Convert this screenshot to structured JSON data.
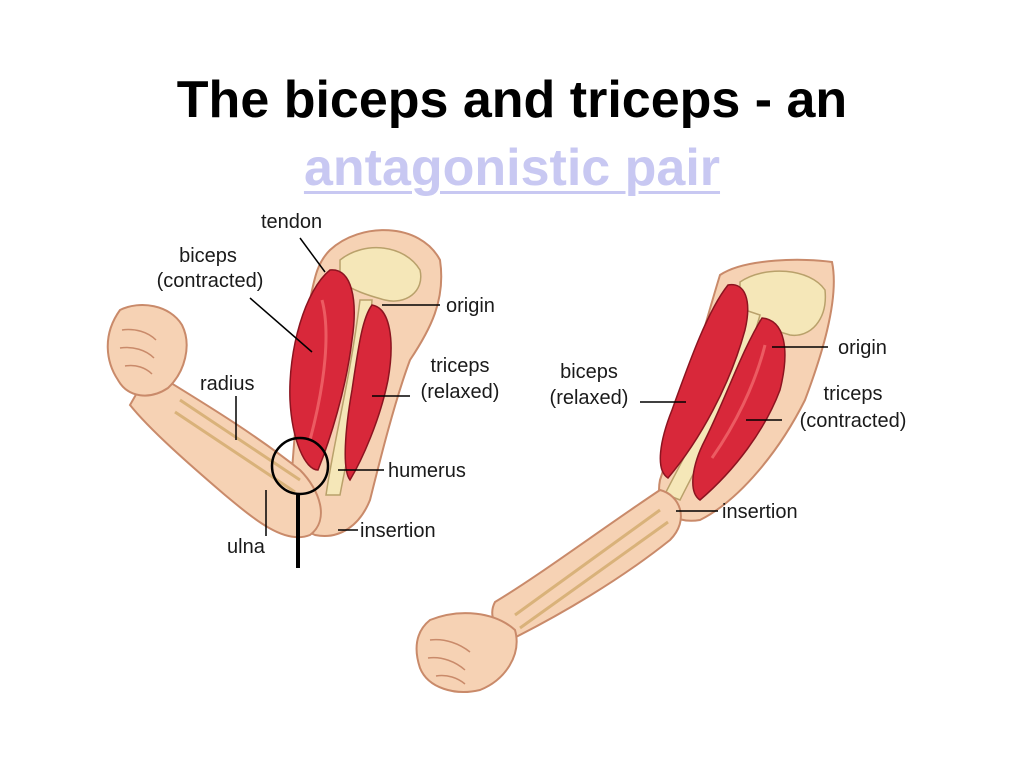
{
  "title": {
    "line1": "The biceps and triceps - an",
    "link": "antagonistic pair"
  },
  "left_arm": {
    "labels": {
      "tendon": "tendon",
      "biceps_line1": "biceps",
      "biceps_line2": "(contracted)",
      "origin": "origin",
      "triceps_line1": "triceps",
      "triceps_line2": "(relaxed)",
      "radius": "radius",
      "humerus": "humerus",
      "insertion": "insertion",
      "ulna": "ulna"
    }
  },
  "right_arm": {
    "labels": {
      "origin": "origin",
      "biceps_line1": "biceps",
      "biceps_line2": "(relaxed)",
      "triceps_line1": "triceps",
      "triceps_line2": "(contracted)",
      "insertion": "insertion"
    }
  },
  "colors": {
    "skin": "#f6d2b4",
    "skin_outline": "#c98a6a",
    "muscle": "#d8283a",
    "muscle_light": "#ec5b62",
    "bone": "#f5e7b8",
    "link": "#c8c8f2"
  }
}
